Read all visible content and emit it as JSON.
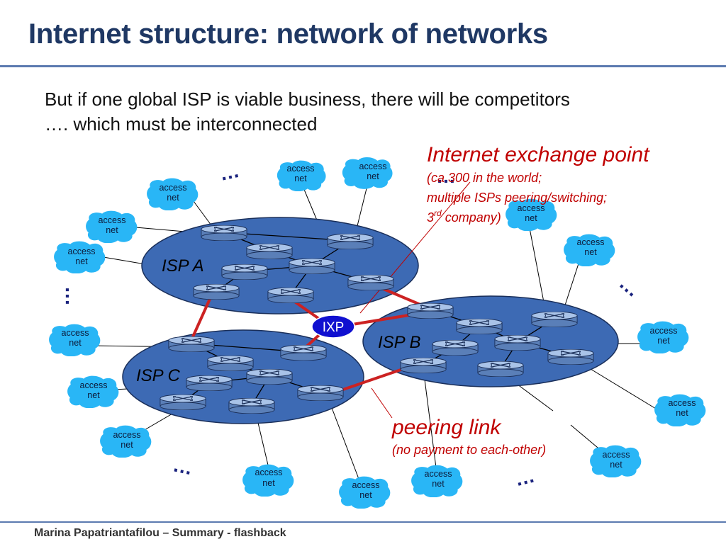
{
  "slide": {
    "title": "Internet structure: network of networks",
    "body_line1": "But if one global ISP is viable business, there will be competitors",
    "body_line2": "…. which must be interconnected",
    "footer": "Marina Papatriantafilou – Summary - flashback"
  },
  "diagram": {
    "ixp_title": "Internet exchange point",
    "ixp_note1": "(ca 300 in the world;",
    "ixp_note2": "multiple ISPs peering/switching;",
    "ixp_note3_a": "3",
    "ixp_note3_sup": "rd",
    "ixp_note3_b": " company)",
    "peering_title": "peering link",
    "peering_note": "(no payment to each-other)",
    "isp_a": "ISP A",
    "isp_b": "ISP B",
    "isp_c": "ISP C",
    "ixp": "IXP",
    "access_l1": "access",
    "access_l2": "net",
    "ellipsis": "…",
    "colors": {
      "isp_fill": "#3d6ab4",
      "isp_stroke": "#1a2f5a",
      "cloud": "#29b6f6",
      "peering": "#cc2222",
      "ixp": "#1010d0"
    }
  }
}
